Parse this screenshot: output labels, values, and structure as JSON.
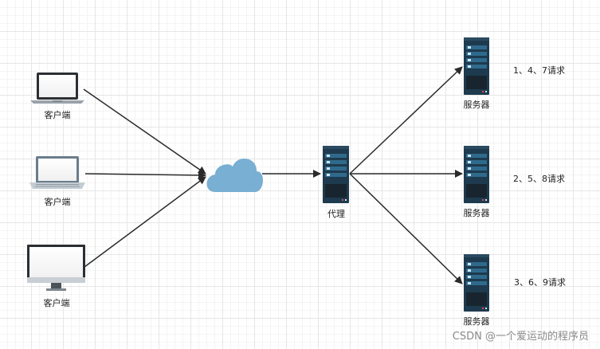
{
  "clients": [
    {
      "label": "客户端",
      "device": "laptop-icon"
    },
    {
      "label": "客户端",
      "device": "laptop-icon"
    },
    {
      "label": "客户端",
      "device": "monitor-icon"
    }
  ],
  "cloud": {
    "icon": "cloud-icon",
    "color": "#78afd3"
  },
  "proxy": {
    "label": "代理",
    "icon": "server-icon"
  },
  "servers": [
    {
      "label": "服务器",
      "requests": "1、4、7请求",
      "icon": "server-icon"
    },
    {
      "label": "服务器",
      "requests": "2、5、8请求",
      "icon": "server-icon"
    },
    {
      "label": "服务器",
      "requests": "3、6、9请求",
      "icon": "server-icon"
    }
  ],
  "watermark": "CSDN @一个爱运动的程序员",
  "colors": {
    "server_body": "#1e3a4e",
    "server_panel": "#2f6a8c",
    "arrow": "#2a2a2a"
  }
}
